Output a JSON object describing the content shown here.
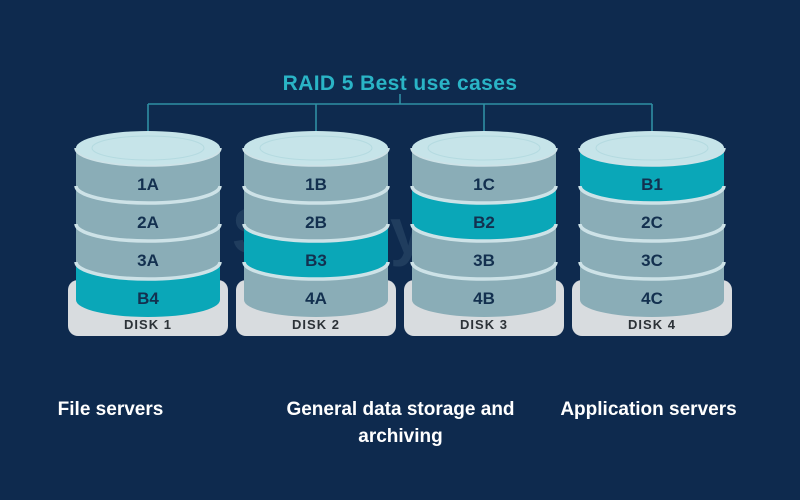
{
  "title": "RAID 5 Best use cases",
  "watermark": "Safelyo",
  "disks": [
    {
      "name": "DISK 1",
      "blocks": [
        {
          "label": "1A",
          "parity": false
        },
        {
          "label": "2A",
          "parity": false
        },
        {
          "label": "3A",
          "parity": false
        },
        {
          "label": "B4",
          "parity": true
        }
      ]
    },
    {
      "name": "DISK 2",
      "blocks": [
        {
          "label": "1B",
          "parity": false
        },
        {
          "label": "2B",
          "parity": false
        },
        {
          "label": "B3",
          "parity": true
        },
        {
          "label": "4A",
          "parity": false
        }
      ]
    },
    {
      "name": "DISK 3",
      "blocks": [
        {
          "label": "1C",
          "parity": false
        },
        {
          "label": "B2",
          "parity": true
        },
        {
          "label": "3B",
          "parity": false
        },
        {
          "label": "4B",
          "parity": false
        }
      ]
    },
    {
      "name": "DISK 4",
      "blocks": [
        {
          "label": "B1",
          "parity": true
        },
        {
          "label": "2C",
          "parity": false
        },
        {
          "label": "3C",
          "parity": false
        },
        {
          "label": "4C",
          "parity": false
        }
      ]
    }
  ],
  "use_cases": [
    "File servers",
    "General data storage and archiving",
    "Application servers"
  ],
  "colors": {
    "background": "#0e2a4e",
    "title": "#2ab4c6",
    "parity_block": "#0aa7b8",
    "data_block": "#8aadb7",
    "disk_cap": "#c6e4e9",
    "rim": "#cde2e7",
    "platform": "#d8dcdf",
    "connector": "#2f8fa3",
    "block_text": "#13304f",
    "use_case_text": "#ffffff"
  }
}
